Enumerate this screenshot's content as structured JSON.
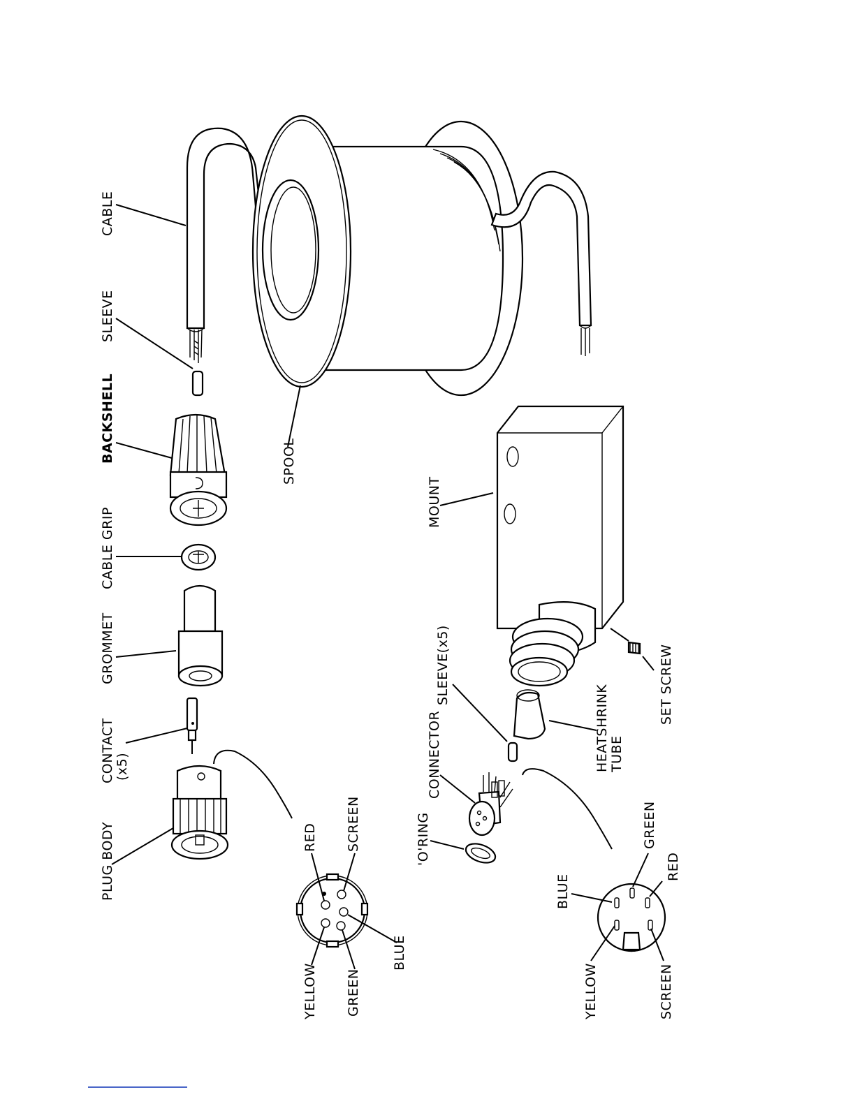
{
  "labels": {
    "cable": "CABLE",
    "sleeve": "SLEEVE",
    "backshell": "BACKSHELL",
    "cable_grip": "CABLE GRIP",
    "grommet": "GROMMET",
    "contact_line1": "CONTACT",
    "contact_line2": "(x5)",
    "plug_body": "PLUG BODY",
    "spool": "SPOOL",
    "mount": "MOUNT",
    "sleeve_x5": "SLEEVE(x5)",
    "connector": "CONNECTOR",
    "o_ring": "'O'RING",
    "heatshrink_line1": "HEATSHRINK",
    "heatshrink_line2": "TUBE",
    "set_screw": "SET SCREW"
  },
  "plug_pins": {
    "red": "RED",
    "screen": "SCREEN",
    "blue": "BLUE",
    "green": "GREEN",
    "yellow": "YELLOW"
  },
  "socket_pins": {
    "blue": "BLUE",
    "green": "GREEN",
    "red": "RED",
    "yellow": "YELLOW",
    "screen": "SCREEN"
  },
  "colors": {
    "ink": "#000000",
    "footer_rule": "#4a66c8"
  }
}
